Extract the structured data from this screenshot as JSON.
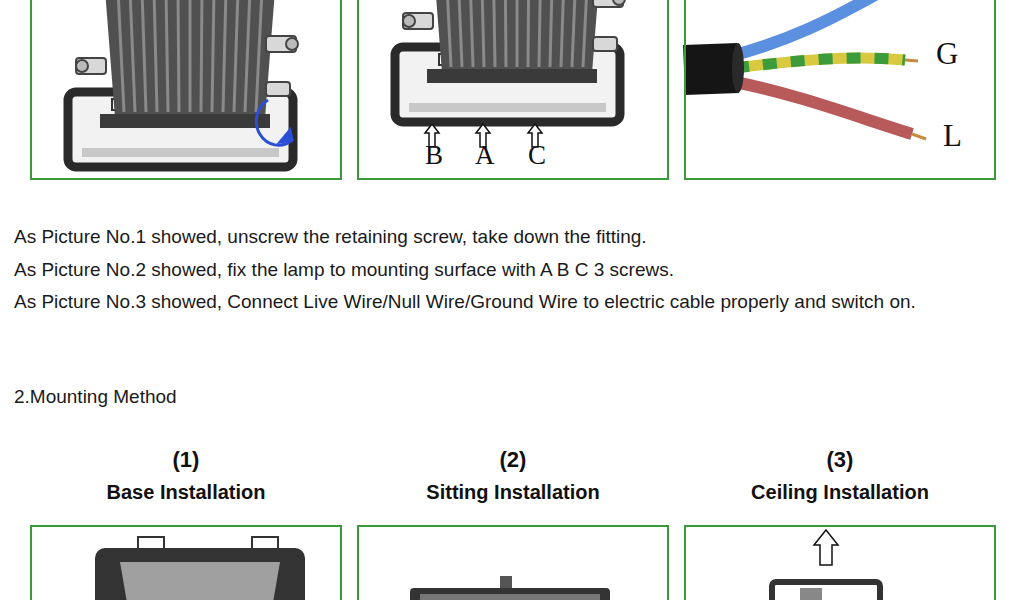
{
  "diagram": {
    "nodes": [
      {
        "text": [
          "B",
          "A",
          "C"
        ]
      },
      {
        "text": [
          "G",
          "L"
        ]
      },
      {
        "text": [
          "(1)",
          "Base Installation"
        ]
      },
      {
        "text": [
          "(2)",
          "Sitting Installation"
        ]
      },
      {
        "text": [
          "(3)",
          "Ceiling Installation"
        ]
      }
    ],
    "labels": [
      "As Picture No.1 showed, unscrew the retaining screw, take down the fitting.",
      "As Picture No.2 showed, fix the lamp to mounting surface with A B C 3 screws.",
      "As Picture No.3 showed, Connect Live Wire/Null Wire/Ground Wire to electric cable properly and switch on.",
      "2.Mounting Method"
    ]
  }
}
